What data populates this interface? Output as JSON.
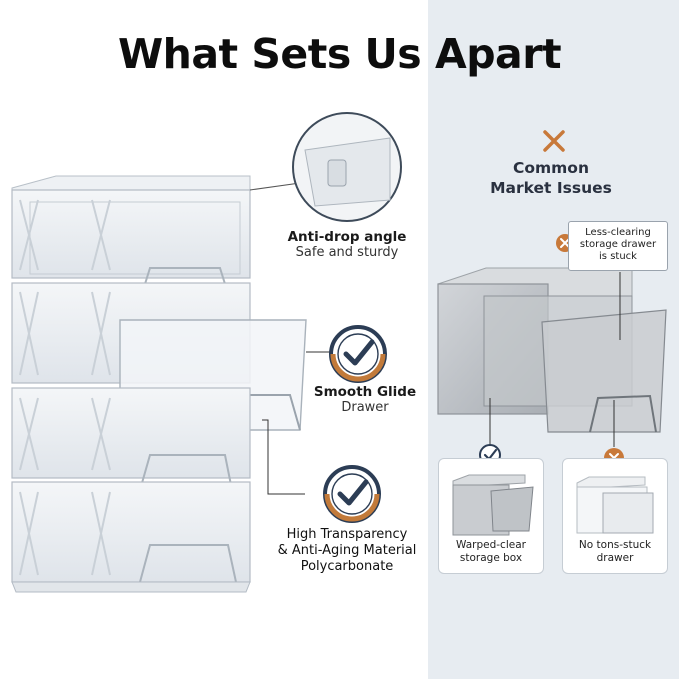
{
  "title": "What Sets Us Apart",
  "features": [
    {
      "strong": "Anti-drop angle",
      "sub": "Safe and sturdy"
    },
    {
      "strong": "Smooth Glide",
      "sub": "Drawer"
    },
    {
      "strong": "High Transparency",
      "strong2": "& Anti-Aging Material",
      "strong3": "Polycarbonate"
    }
  ],
  "issues": {
    "title_line1": "Common",
    "title_line2": "Market Issues",
    "callout": [
      "Less-clearing",
      "storage drawer",
      "is stuck"
    ],
    "cards": [
      {
        "line1": "Warped-clear",
        "line2": "storage box"
      },
      {
        "line1": "No tons-stuck",
        "line2": "drawer"
      }
    ]
  },
  "colors": {
    "badge_dark": "#2c3d55",
    "badge_accent": "#c27a3a",
    "panel_bg": "#e7ecf1",
    "x_mark": "#c8793a"
  },
  "icons": [
    "check-badge-icon",
    "x-mark-icon",
    "zoom-circle-icon"
  ]
}
